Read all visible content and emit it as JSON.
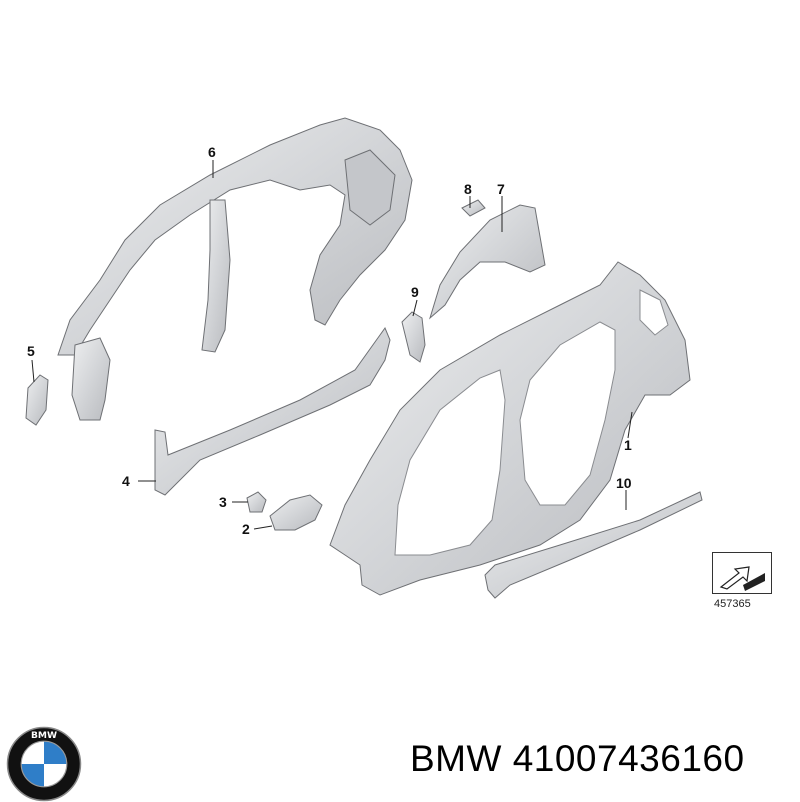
{
  "callouts": [
    {
      "id": "1",
      "label": "1"
    },
    {
      "id": "2",
      "label": "2"
    },
    {
      "id": "3",
      "label": "3"
    },
    {
      "id": "4",
      "label": "4"
    },
    {
      "id": "5",
      "label": "5"
    },
    {
      "id": "6",
      "label": "6"
    },
    {
      "id": "7",
      "label": "7"
    },
    {
      "id": "8",
      "label": "8"
    },
    {
      "id": "9",
      "label": "9"
    },
    {
      "id": "10",
      "label": "10"
    }
  ],
  "reference": {
    "number": "457365"
  },
  "caption": {
    "brand": "BMW",
    "part_number": "41007436160",
    "text": "BMW 41007436160"
  },
  "logo": {
    "name": "bmw-logo",
    "text": "BMW",
    "colors": {
      "blue": "#2f7ec8",
      "white": "#ffffff",
      "black": "#111111"
    }
  },
  "colors": {
    "part_fill": "#d9dadc",
    "part_stroke": "#6e7074",
    "line": "#222222"
  }
}
